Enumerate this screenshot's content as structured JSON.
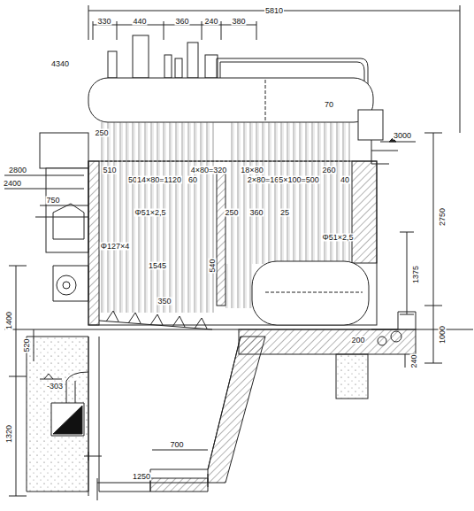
{
  "diagram": {
    "labels": [
      "5810",
      "330",
      "440",
      "360",
      "240",
      "380",
      "4340",
      "70",
      "3000",
      "250",
      "2800",
      "2400",
      "510",
      "50",
      "14×80=1120",
      "60",
      "4×80=320",
      "18×80",
      "2×80=160",
      "5×100=500",
      "260",
      "40",
      "750",
      "250",
      "360",
      "25",
      "Φ51×2,5",
      "Φ51×2,5",
      "Φ127×4",
      "1545",
      "540",
      "350",
      "2750",
      "1375",
      "1000",
      "1400",
      "520",
      "200",
      "240",
      "-303",
      "1320",
      "700",
      "1250"
    ]
  }
}
